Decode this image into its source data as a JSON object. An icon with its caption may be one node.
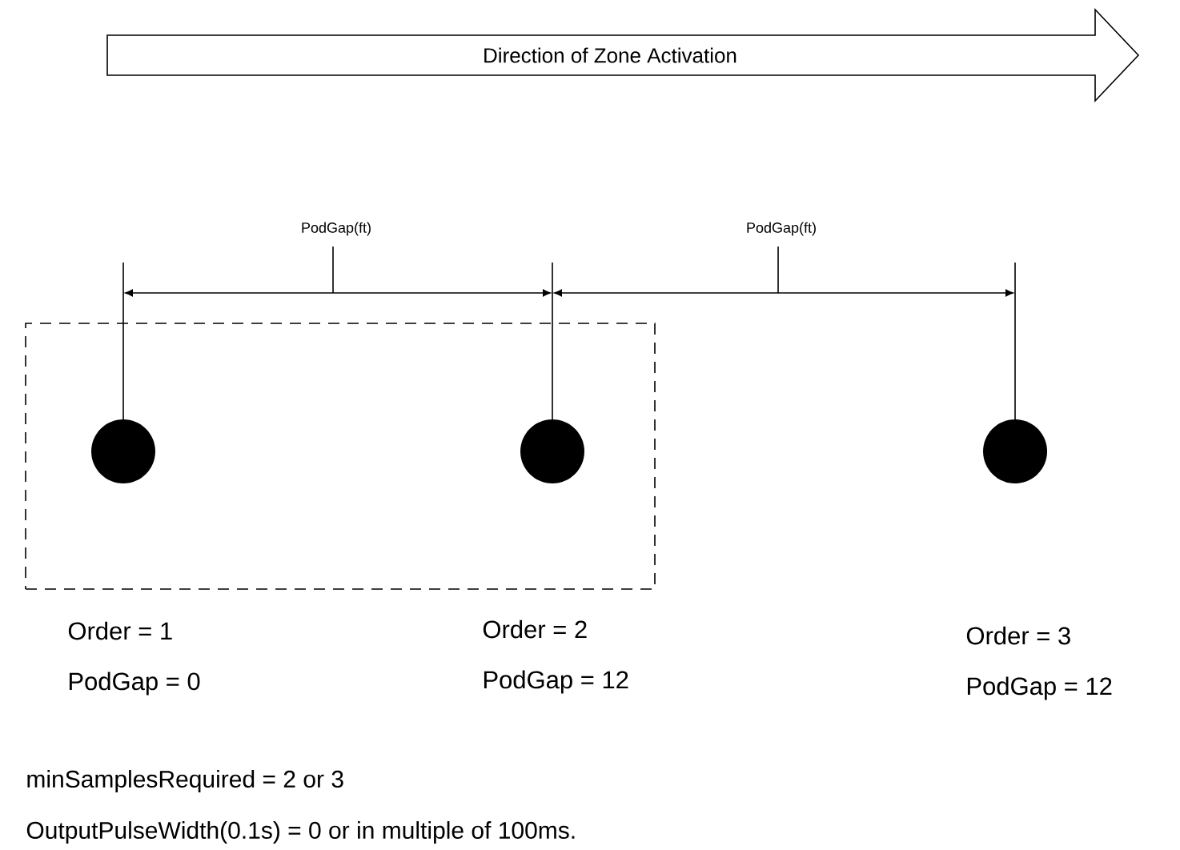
{
  "diagram": {
    "nodes": [
      {
        "text": [
          "Direction of Zone Activation"
        ]
      },
      {
        "text": [],
        "shape": "box"
      },
      {
        "text": [],
        "shape": "circle",
        "in": 1,
        "beside": [
          "Order = 1",
          "PodGap = 0"
        ]
      },
      {
        "text": [],
        "shape": "circle",
        "in": 1,
        "beside": [
          "Order = 2",
          "PodGap = 12"
        ]
      },
      {
        "text": [],
        "shape": "circle",
        "beside": [
          "Order = 3",
          "PodGap = 12"
        ]
      }
    ],
    "labels": [
      "PodGap(ft)",
      "PodGap(ft)",
      "minSamplesRequired = 2 or 3",
      "OutputPulseWidth(0.1s) = 0 or in multiple of 100ms."
    ]
  }
}
